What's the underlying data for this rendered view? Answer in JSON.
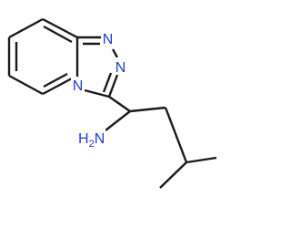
{
  "molecule": {
    "atoms": [
      {
        "id": "n_bridge",
        "label": "N",
        "color": "#1f3bd6"
      },
      {
        "id": "n_top",
        "label": "N",
        "color": "#1f3bd6"
      },
      {
        "id": "n_right",
        "label": "N",
        "color": "#1f3bd6"
      },
      {
        "id": "amine",
        "label": "H",
        "subscript": "2",
        "suffix": "N",
        "color": "#1f3bd6"
      }
    ],
    "colors": {
      "bond": "#1a1a1a",
      "nitrogen": "#1f3bd6",
      "background": "#ffffff"
    }
  }
}
